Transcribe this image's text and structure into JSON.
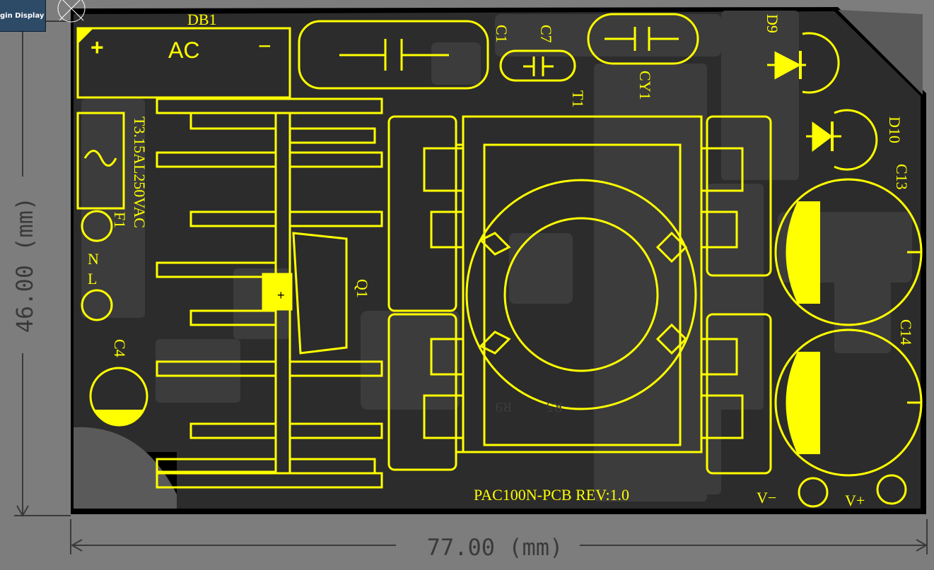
{
  "app": {
    "tab_label": "gin Display"
  },
  "board": {
    "name": "PAC100N-PCB  REV:1.0",
    "width_dim": "77.00 (mm)",
    "height_dim": "46.00 (mm)",
    "fuse_rating": "T3.15AL250VAC"
  },
  "designators": {
    "db1": "DB1",
    "ac": "AC",
    "plus": "+",
    "minus": "−",
    "c1": "C1",
    "c7": "C7",
    "cy1": "CY1",
    "t1": "T1",
    "d9": "D9",
    "d10": "D10",
    "c13": "C13",
    "c14": "C14",
    "f1": "F1",
    "n": "N",
    "l": "L",
    "c4": "C4",
    "q1": "Q1",
    "v_minus": "V−",
    "v_plus": "V+",
    "r9": "R9",
    "r5": "R5"
  },
  "colors": {
    "board": "#000000",
    "silkscreen": "#ffff00",
    "copper": "#3c3c3c",
    "background": "#7d7d7d",
    "dimension": "#3a3a3a"
  }
}
